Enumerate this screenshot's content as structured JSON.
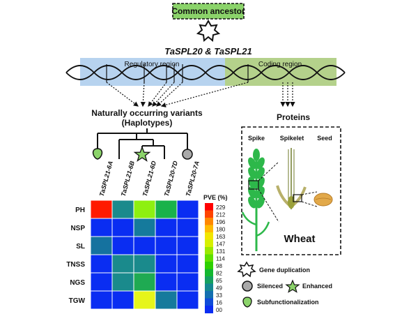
{
  "top": {
    "ancestor_label": "Common ancestor",
    "genes_title": "TaSPL20  &  TaSPL21",
    "regulatory_label": "Regulatory region",
    "coding_label": "Coding region"
  },
  "variants": {
    "title_line1": "Naturally occurring variants",
    "title_line2": "(Haplotypes)"
  },
  "proteins": {
    "title": "Proteins",
    "spike": "Spike",
    "spikelet": "Spikelet",
    "seed": "Seed",
    "wheat": "Wheat"
  },
  "heatmap": {
    "columns": [
      "TaSPL21-6A",
      "TaSPL21-6B",
      "TaSPL21-6D",
      "TaSPL20-7D",
      "TaSPL20-7A"
    ],
    "rows": [
      "PH",
      "NSP",
      "SL",
      "TNSS",
      "NGS",
      "TGW"
    ],
    "colors": [
      [
        "#ff1a00",
        "#1a8a8c",
        "#8ef010",
        "#19b24a",
        "#0a2df2"
      ],
      [
        "#0a2df2",
        "#0a2df2",
        "#157a9c",
        "#0a2df2",
        "#0a2df2"
      ],
      [
        "#15729f",
        "#0a2df2",
        "#0a2df2",
        "#0a2df2",
        "#0a2df2"
      ],
      [
        "#0a2df2",
        "#1a8a8c",
        "#1a8a8c",
        "#0a2df2",
        "#0a2df2"
      ],
      [
        "#0a2df2",
        "#1a8a8c",
        "#1faa52",
        "#0a2df2",
        "#0a2df2"
      ],
      [
        "#0a2df2",
        "#0a2df2",
        "#e6f51a",
        "#157a9c",
        "#0a2df2"
      ]
    ],
    "scale_title": "PVE (%)",
    "scale_values": [
      "229",
      "212",
      "196",
      "180",
      "163",
      "147",
      "131",
      "114",
      "98",
      "82",
      "65",
      "49",
      "33",
      "16",
      "00"
    ],
    "scale_colors": [
      "#ff0000",
      "#ff4400",
      "#ff8800",
      "#ffbb00",
      "#f2e600",
      "#d6f000",
      "#9ae800",
      "#5fe000",
      "#2ed000",
      "#14b830",
      "#15a060",
      "#158890",
      "#1470b0",
      "#0f4cd8",
      "#0a2df2"
    ]
  },
  "legend": {
    "gene_duplication": "Gene duplication",
    "silenced": "Silenced",
    "enhanced": "Enhanced",
    "subfunctionalization": "Subfunctionalization"
  }
}
